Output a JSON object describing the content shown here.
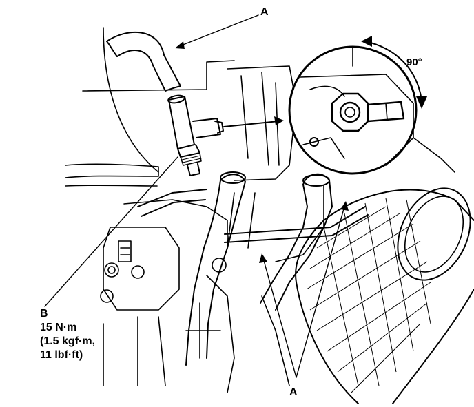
{
  "callouts": {
    "a_top": "A",
    "a_bottom": "A",
    "b_letter": "B",
    "b_torque_nm": "15 N·m",
    "b_torque_kgf": "(1.5 kgf·m,",
    "b_torque_lbf": "11 lbf·ft)",
    "rotation_angle": "90°"
  },
  "colors": {
    "ink": "#000000",
    "paper": "#ffffff"
  }
}
